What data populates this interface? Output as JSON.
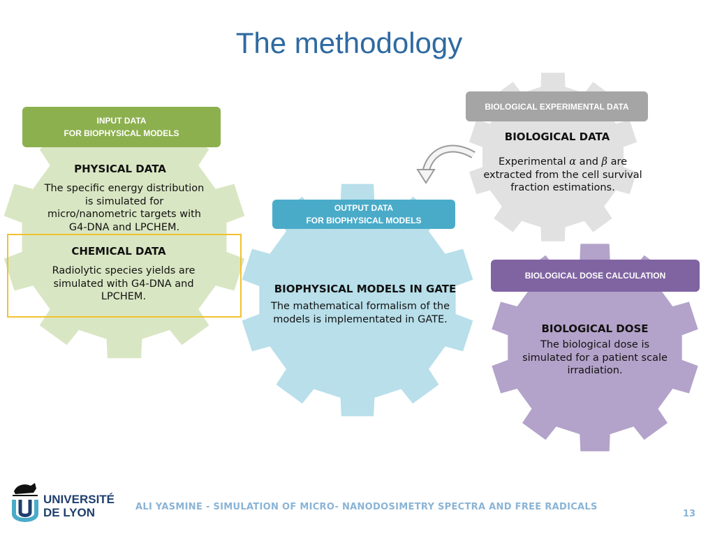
{
  "title": "The methodology",
  "colors": {
    "title": "#2e6aa1",
    "green_header": "#8db04f",
    "green_gear": "#d9e6c3",
    "gray_header": "#a5a5a5",
    "gray_gear": "#e1e1e1",
    "blue_header": "#4aabc9",
    "blue_gear": "#b8dfea",
    "purple_header": "#8064a2",
    "purple_gear": "#b3a2c9",
    "highlight": "#f2c12e"
  },
  "input": {
    "header_line1": "INPUT DATA",
    "header_line2": "FOR BIOPHYSICAL MODELS",
    "physical_label": "PHYSICAL DATA",
    "physical_text_1": "The specific energy distribution",
    "physical_text_2": "is simulated for",
    "physical_text_3": "micro/nanometric targets with",
    "physical_text_4": "G4-DNA and LPCHEM.",
    "chemical_label": "CHEMICAL DATA",
    "chemical_text_1": "Radiolytic species yields are",
    "chemical_text_2": "simulated with G4-DNA and",
    "chemical_text_3": "LPCHEM."
  },
  "experimental": {
    "header": "BIOLOGICAL EXPERIMENTAL DATA",
    "label": "BIOLOGICAL DATA",
    "text_pre": "Experimental ",
    "alpha": "α",
    "text_and": " and ",
    "beta": "β",
    "text_post": " are",
    "text_2": "extracted from the cell survival",
    "text_3": "fraction estimations."
  },
  "output": {
    "header_line1": "OUTPUT DATA",
    "header_line2": "FOR BIOPHYSICAL MODELS",
    "label": "BIOPHYSICAL MODELS IN GATE",
    "text_1": "The mathematical formalism of the",
    "text_2": "models is implementated in GATE."
  },
  "dose": {
    "header": "BIOLOGICAL DOSE CALCULATION",
    "label": "BIOLOGICAL DOSE",
    "text_1": "The biological dose is",
    "text_2": "simulated for a patient scale",
    "text_3": "irradiation."
  },
  "footer": {
    "text": "ALI YASMINE - SIMULATION OF MICRO- NANODOSIMETRY SPECTRA AND FREE RADICALS",
    "page": "13"
  },
  "logo": {
    "line1": "UNIVERSITÉ",
    "line2": "DE LYON",
    "icon": "lion-u-logo"
  }
}
